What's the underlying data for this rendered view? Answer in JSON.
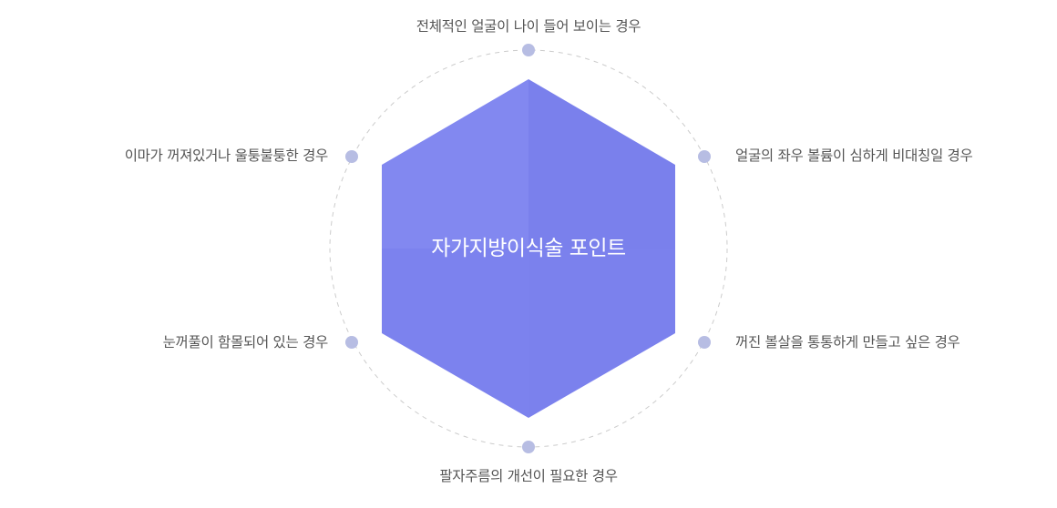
{
  "title": "자가지방이식술 포인트",
  "colors": {
    "hexagon": "#7b81ee",
    "dot": "#b7bde3",
    "circle": "#cccccc",
    "text": "#555555"
  },
  "points": [
    {
      "label": "전체적인 얼굴이 나이 들어 보이는 경우"
    },
    {
      "label": "얼굴의 좌우 볼륨이 심하게 비대칭일 경우"
    },
    {
      "label": "꺼진 볼살을 통통하게 만들고 싶은 경우"
    },
    {
      "label": "팔자주름의 개선이 필요한 경우"
    },
    {
      "label": "눈꺼풀이 함몰되어 있는 경우"
    },
    {
      "label": "이마가 꺼져있거나 울퉁불퉁한 경우"
    }
  ]
}
